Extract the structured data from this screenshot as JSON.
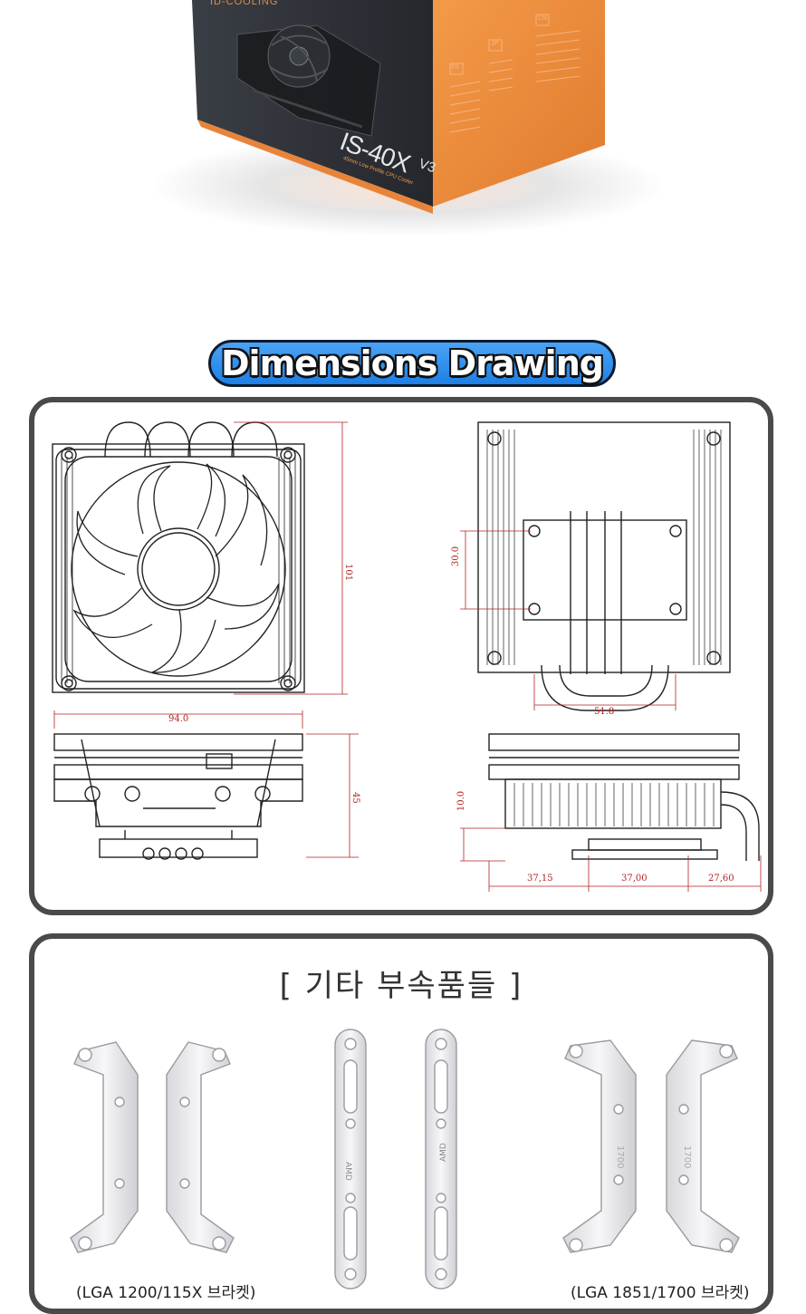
{
  "product_box": {
    "brand": "ID-COOLING",
    "model": "IS-40X",
    "version": "V3",
    "tagline": "45mm Low Profile CPU Cooler",
    "side_labels": [
      "ES",
      "JP",
      "CN"
    ]
  },
  "dimensions_section": {
    "title": "Dimensions Drawing",
    "top_view": {
      "height": "101",
      "width": "94.0"
    },
    "side_view": {
      "height": "45"
    },
    "bottom_view": {
      "pitch": "30.0",
      "spacing": "51.8"
    },
    "profile_view": {
      "height": "10.0",
      "seg1": "37,15",
      "seg2": "37,00",
      "seg3": "27,60"
    }
  },
  "accessories_section": {
    "title": "[ 기타 부속품들 ]",
    "bracket_amd_mark": "AMD",
    "bracket_1700_mark": "1700",
    "captions": [
      "(LGA 1200/115X 브라켓)",
      "(LGA 1851/1700 브라켓)"
    ]
  },
  "colors": {
    "accent": "#1e7fe6",
    "box_orange": "#f08c3c",
    "box_dark": "#2a2d33",
    "dimension_line": "#b22222"
  }
}
